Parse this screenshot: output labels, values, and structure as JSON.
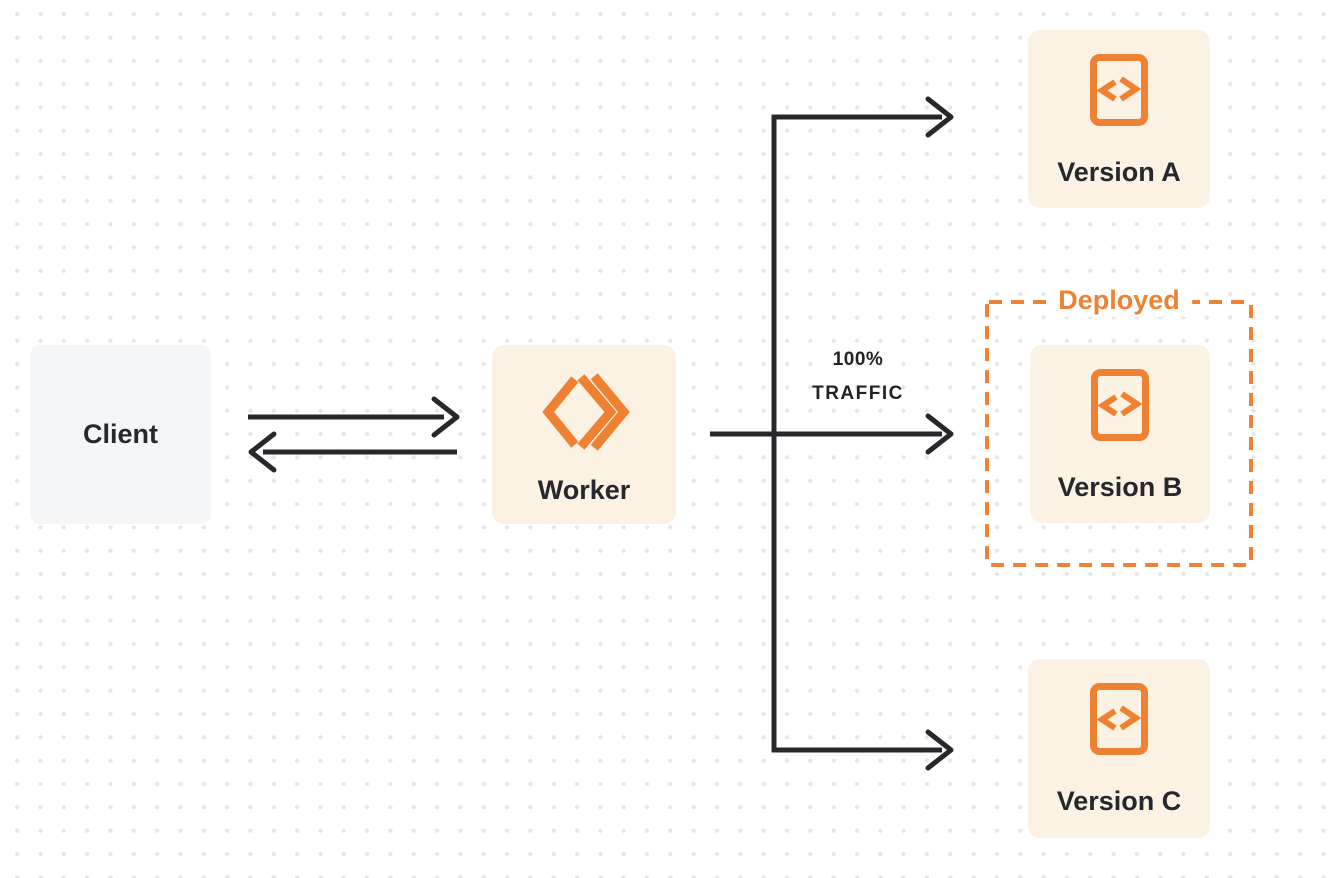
{
  "diagram": {
    "nodes": {
      "client": {
        "label": "Client"
      },
      "worker": {
        "label": "Worker",
        "icon": "cloudflare-workers-logo"
      },
      "version_a": {
        "label": "Version A",
        "icon": "code-file-icon"
      },
      "version_b": {
        "label": "Version B",
        "icon": "code-file-icon"
      },
      "version_c": {
        "label": "Version C",
        "icon": "code-file-icon"
      }
    },
    "group": {
      "label": "Deployed",
      "contains": "version_b"
    },
    "edge_label": {
      "line1": "100%",
      "line2": "TRAFFIC"
    },
    "edges": [
      {
        "from": "client",
        "to": "worker",
        "direction": "right"
      },
      {
        "from": "worker",
        "to": "client",
        "direction": "left"
      },
      {
        "from": "worker",
        "to": "version_a"
      },
      {
        "from": "worker",
        "to": "version_b",
        "label": "100% TRAFFIC"
      },
      {
        "from": "worker",
        "to": "version_c"
      }
    ],
    "colors": {
      "accent_orange": "#ee8132",
      "node_cream_bg": "#fcf2e4",
      "node_gray_bg": "#f5f6f7",
      "ink": "#26282b",
      "arrow": "#26282b",
      "dot_grid": "#e6e6e6",
      "background": "#ffffff"
    }
  }
}
